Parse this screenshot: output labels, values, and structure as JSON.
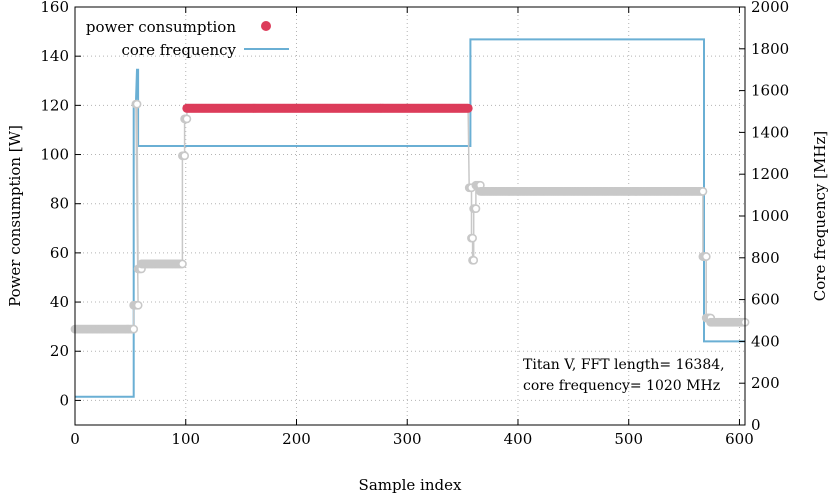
{
  "chart_data": {
    "type": "line",
    "x_axis": {
      "label": "Sample index",
      "range": [
        0,
        605
      ],
      "ticks": [
        0,
        100,
        200,
        300,
        400,
        500,
        600
      ]
    },
    "y_axis_left": {
      "label": "Power consumption [W]",
      "range": [
        -10,
        160
      ],
      "ticks": [
        0,
        20,
        40,
        60,
        80,
        100,
        120,
        140,
        160
      ]
    },
    "y_axis_right": {
      "label": "Core frequency [MHz]",
      "range": [
        0,
        2000
      ],
      "ticks": [
        0,
        200,
        400,
        600,
        800,
        1000,
        1200,
        1400,
        1600,
        1800,
        2000
      ]
    },
    "grid": true,
    "legend": {
      "placement": "top-left",
      "entries": [
        "power consumption",
        "core frequency"
      ]
    },
    "annotation": {
      "line1": "Titan V, FFT length= 16384,",
      "line2": "core frequency= 1020 MHz"
    },
    "colors": {
      "power_highlight": "#dc3c5a",
      "power_other": "#c8c8c8",
      "frequency": "#6aafd4",
      "grid": "#b4b4b4"
    },
    "series": [
      {
        "name": "power consumption",
        "axis": "left",
        "style": "marker-line",
        "segments": [
          {
            "x_start": 0,
            "x_end": 53,
            "y": 29.0,
            "highlight": false
          },
          {
            "x_start": 53,
            "x_end": 57,
            "y": 38.7,
            "highlight": false
          },
          {
            "x_start": 55,
            "x_end": 56,
            "y": 120.5,
            "highlight": false
          },
          {
            "x_start": 57,
            "x_end": 60,
            "y": 53.5,
            "highlight": false
          },
          {
            "x_start": 60,
            "x_end": 97,
            "y": 55.5,
            "highlight": false
          },
          {
            "x_start": 97,
            "x_end": 99,
            "y": 99.5,
            "highlight": false
          },
          {
            "x_start": 99,
            "x_end": 101,
            "y": 114.5,
            "highlight": false
          },
          {
            "x_start": 101,
            "x_end": 355,
            "y": 118.8,
            "highlight": true
          },
          {
            "x_start": 356,
            "x_end": 358,
            "y": 86.5,
            "highlight": false
          },
          {
            "x_start": 358,
            "x_end": 359,
            "y": 66.0,
            "highlight": false
          },
          {
            "x_start": 359,
            "x_end": 360,
            "y": 57.0,
            "highlight": false
          },
          {
            "x_start": 360,
            "x_end": 362,
            "y": 78.0,
            "highlight": false
          },
          {
            "x_start": 362,
            "x_end": 366,
            "y": 87.5,
            "highlight": false
          },
          {
            "x_start": 366,
            "x_end": 567,
            "y": 85.0,
            "highlight": false
          },
          {
            "x_start": 567,
            "x_end": 570,
            "y": 58.5,
            "highlight": false
          },
          {
            "x_start": 570,
            "x_end": 574,
            "y": 33.5,
            "highlight": false
          },
          {
            "x_start": 574,
            "x_end": 605,
            "y": 31.8,
            "highlight": false
          }
        ]
      },
      {
        "name": "core frequency",
        "axis": "right",
        "style": "step-line",
        "points": [
          [
            0,
            135
          ],
          [
            53,
            135
          ],
          [
            53,
            1540
          ],
          [
            55,
            1540
          ],
          [
            56,
            1700
          ],
          [
            57,
            1700
          ],
          [
            57,
            1335
          ],
          [
            357,
            1335
          ],
          [
            357,
            1845
          ],
          [
            568,
            1845
          ],
          [
            568,
            400
          ],
          [
            605,
            400
          ]
        ]
      }
    ]
  }
}
